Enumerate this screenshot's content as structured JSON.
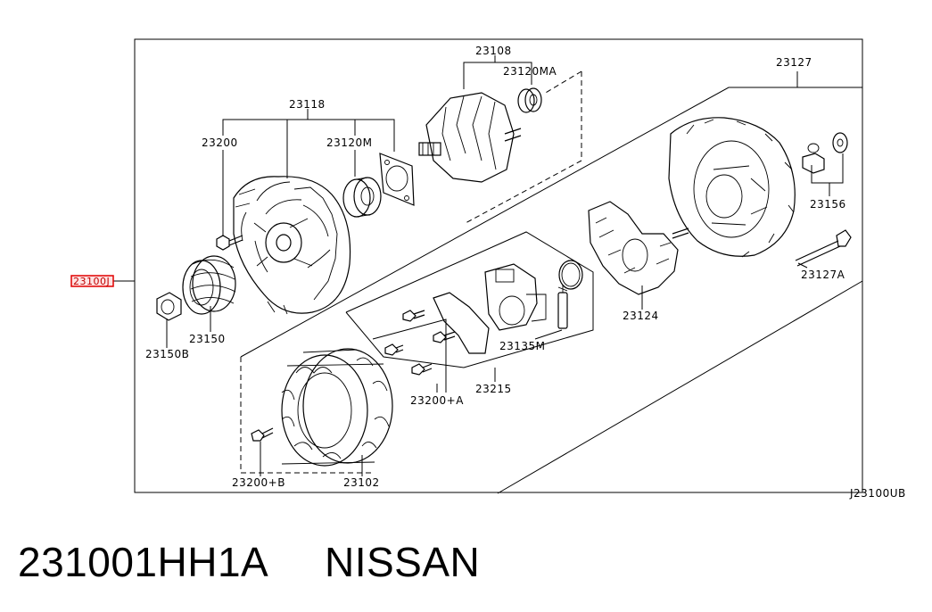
{
  "hotspot": {
    "label": "23100J"
  },
  "parts": {
    "p23108": "23108",
    "p23120ma": "23120MA",
    "p23127": "23127",
    "p23118": "23118",
    "p23200": "23200",
    "p23120m": "23120M",
    "p23156": "23156",
    "p23127a": "23127A",
    "p23124": "23124",
    "p23150": "23150",
    "p23150b": "23150B",
    "p23135m": "23135M",
    "p23215": "23215",
    "p23200a": "23200+A",
    "p23200b": "23200+B",
    "p23102": "23102"
  },
  "diagram_code": "J23100UB",
  "footer": {
    "part_number": "231001HH1A",
    "brand": "NISSAN"
  },
  "colors": {
    "hotspot_border": "#e00000",
    "hotspot_fill": "#ffe3e3",
    "line": "#000000",
    "background": "#ffffff"
  }
}
